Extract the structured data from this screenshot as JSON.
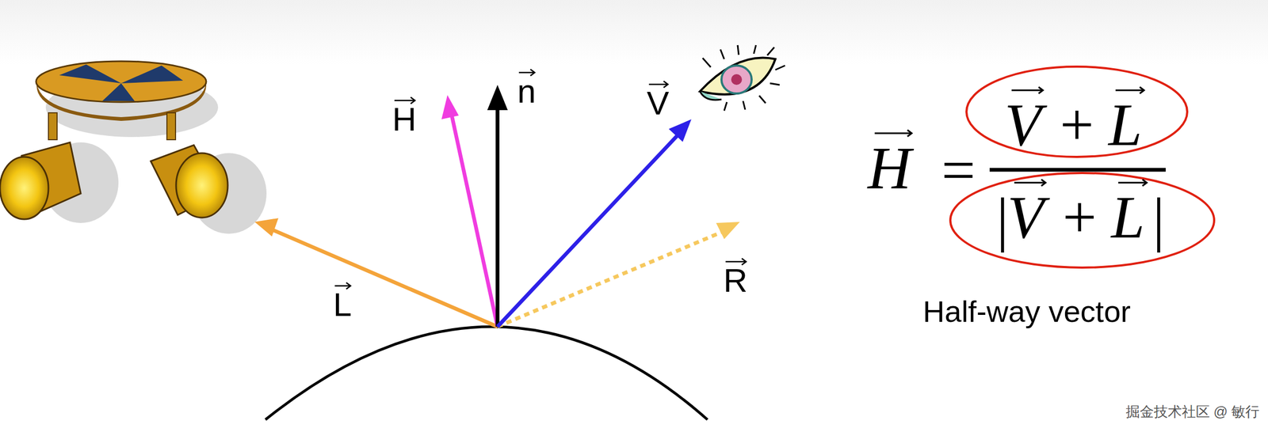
{
  "diagram": {
    "labels": [
      "H",
      "n",
      "V",
      "L",
      "R",
      "H",
      "=",
      "V",
      "+",
      "L",
      "|",
      "V",
      "+",
      "L",
      "|",
      "Half-way vector",
      "掘金技术社区 @ 敏行"
    ]
  }
}
